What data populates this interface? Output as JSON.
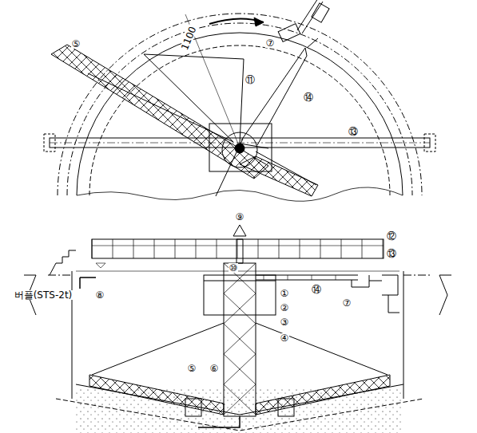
{
  "diagram": {
    "labels": [
      "1100",
      "⑤",
      "⑦",
      "⑭",
      "⑪",
      "⑬",
      "⑨",
      "⑫",
      "⑩",
      "⑬",
      "①",
      "②",
      "③",
      "④",
      "⑭",
      "⑦",
      "버플(STS-2t)",
      "⑧",
      "⑤",
      "⑥"
    ]
  }
}
